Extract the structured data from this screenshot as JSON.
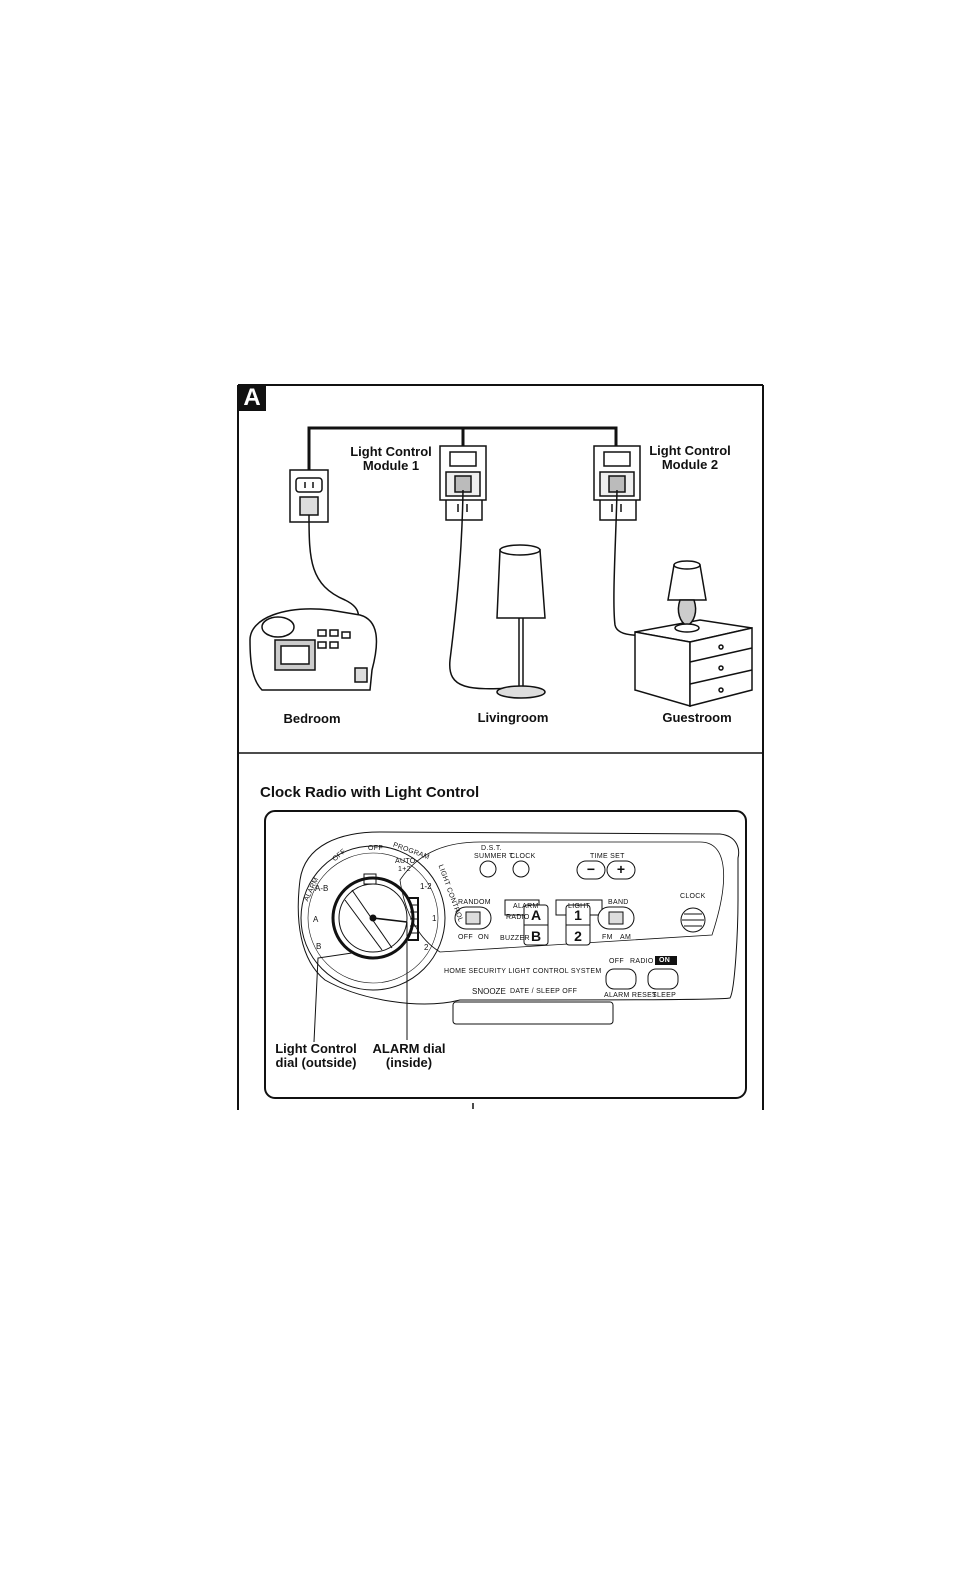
{
  "panel": {
    "badge": "A",
    "modules": [
      {
        "label_line1": "Light Control",
        "label_line2": "Module 1"
      },
      {
        "label_line1": "Light Control",
        "label_line2": "Module 2"
      }
    ],
    "rooms": [
      "Bedroom",
      "Livingroom",
      "Guestroom"
    ]
  },
  "radio": {
    "title": "Clock Radio with Light Control",
    "dial_ring": [
      "ALARM",
      "OFF",
      "OFF",
      "PROGRAM",
      "LIGHT CONTROL"
    ],
    "dial_marks": [
      "A-B",
      "A",
      "B",
      "1-2",
      "1",
      "2"
    ],
    "auto_label": "AUTO",
    "program_sub": "1+2",
    "dst_label": "D.S.T.",
    "summer_label": "SUMMER T.",
    "clock_label": "CLOCK",
    "time_set_label": "TIME SET",
    "minus": "−",
    "plus": "+",
    "random_label": "RANDOM",
    "random_states": [
      "OFF",
      "ON"
    ],
    "alarm_label": "ALARM",
    "alarm_keys": [
      "A",
      "B"
    ],
    "radio_label": "RADIO",
    "buzzer_label": "BUZZER",
    "light_label": "LIGHT",
    "light_keys": [
      "1",
      "2"
    ],
    "band_label": "BAND",
    "band_states": [
      "FM",
      "AM"
    ],
    "clock_knob_label": "CLOCK",
    "home_security": "HOME SECURITY LIGHT CONTROL SYSTEM",
    "off_label": "OFF",
    "radio_small": "RADIO",
    "on_label": "ON",
    "alarm_reset": "ALARM RESET",
    "sleep": "SLEEP",
    "snooze": "SNOOZE",
    "date_sleep_off": "DATE / SLEEP OFF",
    "callouts": [
      {
        "line1": "Light Control",
        "line2": "dial (outside)"
      },
      {
        "line1": "ALARM dial",
        "line2": "(inside)"
      }
    ]
  }
}
